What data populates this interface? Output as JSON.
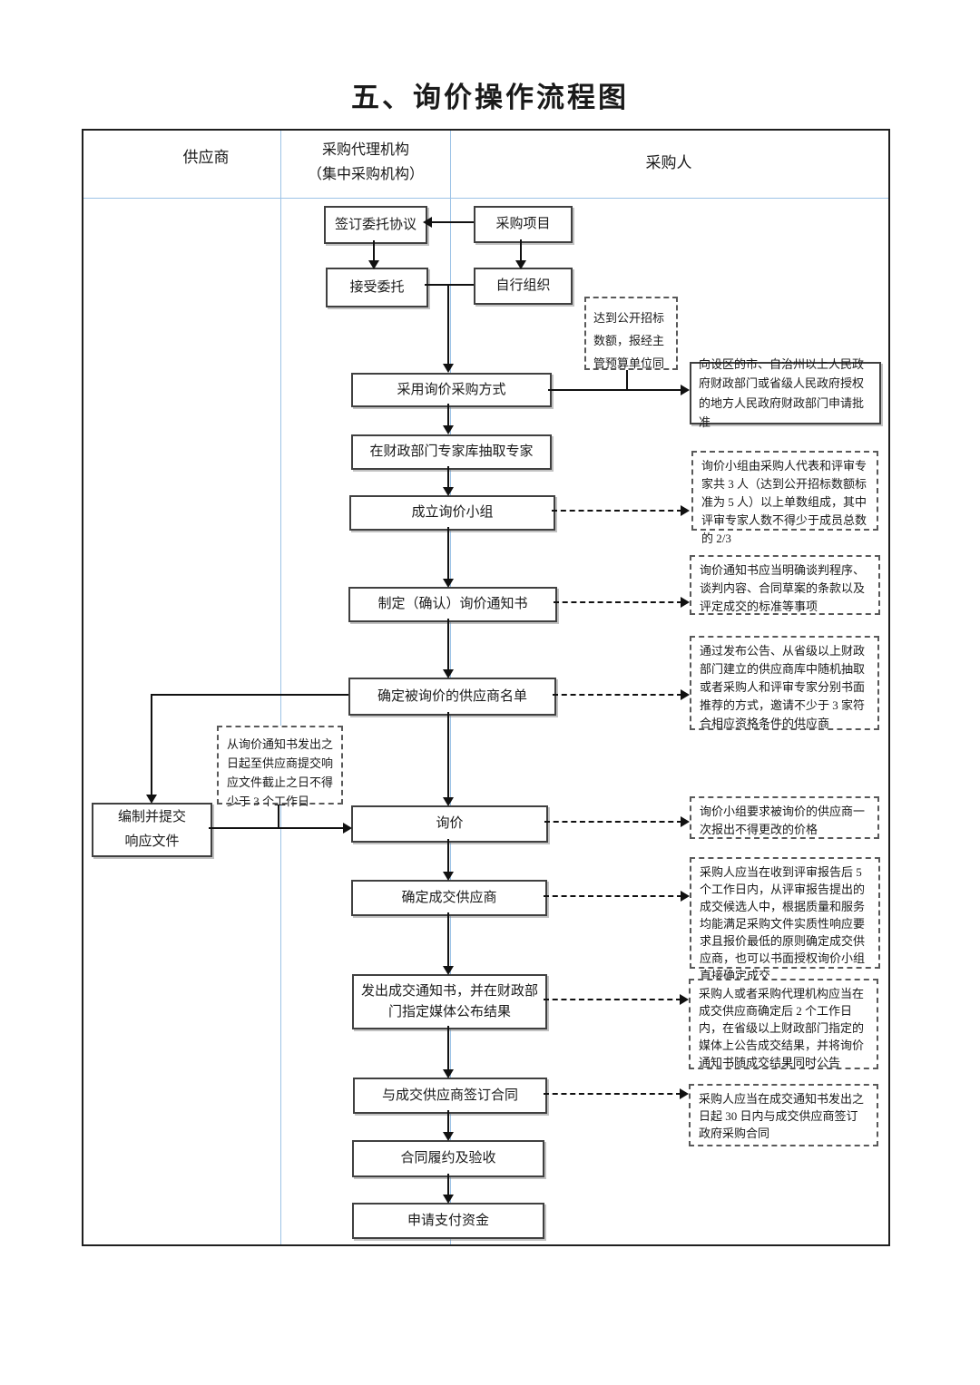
{
  "title": "五、询价操作流程图",
  "columns": {
    "supplier": "供应商",
    "agency": "采购代理机构\n（集中采购机构）",
    "purchaser": "采购人"
  },
  "flow": {
    "sign_agreement": "签订委托协议",
    "procurement_project": "采购项目",
    "accept_entrust": "接受委托",
    "self_organize": "自行组织",
    "adopt_inquiry": "采用询价采购方式",
    "extract_experts": "在财政部门专家库抽取专家",
    "form_group": "成立询价小组",
    "make_notice": "制定（确认）询价通知书",
    "determine_suppliers": "确定被询价的供应商名单",
    "prepare_response": "编制并提交\n响应文件",
    "inquiry": "询价",
    "determine_winner": "确定成交供应商",
    "send_notice": "发出成交通知书，并在财政部\n门指定媒体公布结果",
    "sign_contract": "与成交供应商签订合同",
    "contract_performance": "合同履约及验收",
    "apply_payment": "申请支付资金",
    "approval": "向设区的市、自治州以上人民政府财政部门或省级人民政府授权的地方人民政府财政部门申请批准"
  },
  "notes": {
    "reach_threshold": "达到公开招标数额，报经主管预算单位同",
    "group_composition": "询价小组由采购人代表和评审专家共 3 人（达到公开招标数额标准为 5 人）以上单数组成，其中评审专家人数不得少于成员总数的 2/3",
    "notice_content": "询价通知书应当明确谈判程序、谈判内容、合同草案的条款以及评定成交的标准等事项",
    "supplier_selection": "通过发布公告、从省级以上财政部门建立的供应商库中随机抽取或者采购人和评审专家分别书面推荐的方式，邀请不少于 3 家符合相应资格条件的供应商",
    "response_deadline": "从询价通知书发出之日起至供应商提交响应文件截止之日不得少于 3 个工作日",
    "one_quote": "询价小组要求被询价的供应商一次报出不得更改的价格",
    "winner_determination": "采购人应当在收到评审报告后 5 个工作日内，从评审报告提出的成交候选人中，根据质量和服务均能满足采购文件实质性响应要求且报价最低的原则确定成交供应商，也可以书面授权询价小组直接确定成交",
    "result_announcement": "采购人或者采购代理机构应当在成交供应商确定后 2 个工作日内，在省级以上财政部门指定的媒体上公告成交结果，并将询价通知书随成交结果同时公告",
    "contract_deadline": "采购人应当在成交通知书发出之日起 30 日内与成交供应商签订政府采购合同"
  }
}
